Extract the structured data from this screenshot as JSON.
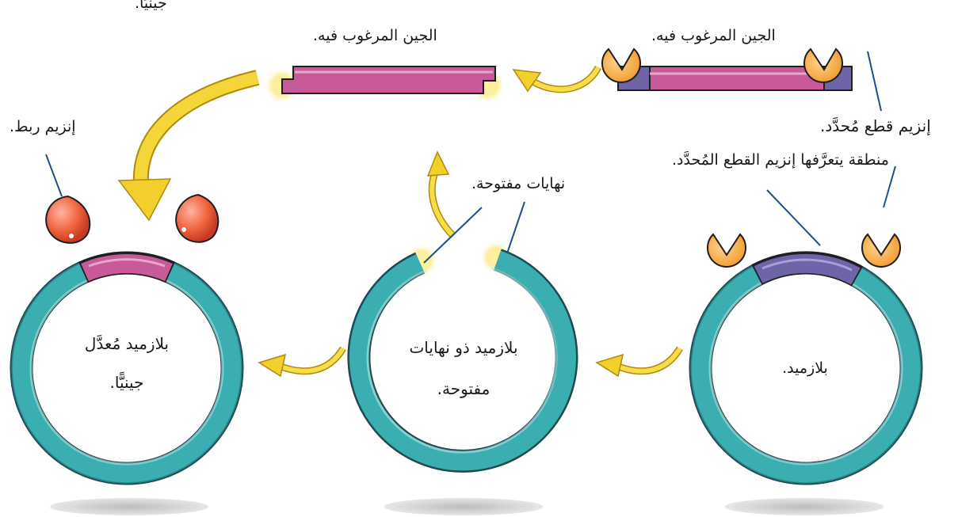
{
  "labels": {
    "top_cut_partial": "جينيًا.",
    "gene_of_interest_cut": "الجين المرغوب فيه.",
    "gene_of_interest_original": "الجين المرغوب فيه.",
    "restriction_enzyme": "إنزيم قطع مُحدَّد.",
    "recognition_site": "منطقة يتعرَّفها إنزيم القطع المُحدَّد.",
    "ligase_enzyme": "إنزيم ربط.",
    "open_ends": "نهايات مفتوحة.",
    "plasmid": "بلازميد.",
    "open_plasmid_line1": "بلازميد ذو نهايات",
    "open_plasmid_line2": "مفتوحة.",
    "modified_plasmid_line1": "بلازميد مُعدَّل",
    "modified_plasmid_line2": "جينيًّا."
  },
  "colors": {
    "plasmid_ring": "#3aaeb0",
    "plasmid_ring_dark": "#1f4a52",
    "gene": "#c85a9a",
    "recognition_site": "#6e64a8",
    "arrow": "#f2cf2c",
    "restriction_enzyme": "#f7a53b",
    "ligase": "#ee5a42",
    "pointer_line": "#1f4f8c",
    "shadow": "#c8c8c8"
  },
  "icons": {
    "restriction_enzyme": "pacman-enzyme-icon",
    "ligase": "droplet-enzyme-icon",
    "arrow": "curved-arrow-icon"
  }
}
